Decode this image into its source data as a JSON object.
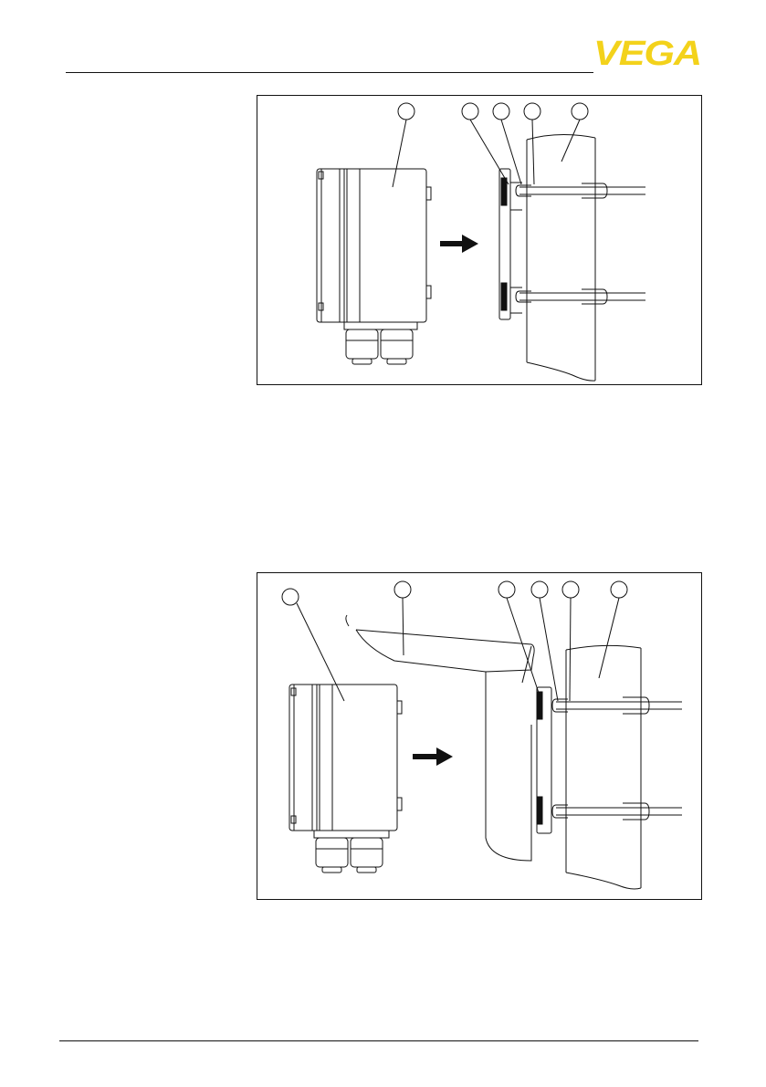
{
  "page": {
    "number": ""
  },
  "brand": {
    "logo_text": "VEGA",
    "logo_color": "#f3d21b"
  },
  "figures": [
    {
      "id": "figure-1",
      "callouts": [
        "",
        "",
        "",
        "",
        ""
      ]
    },
    {
      "id": "figure-2",
      "callouts": [
        "",
        "",
        "",
        "",
        "",
        ""
      ]
    }
  ]
}
